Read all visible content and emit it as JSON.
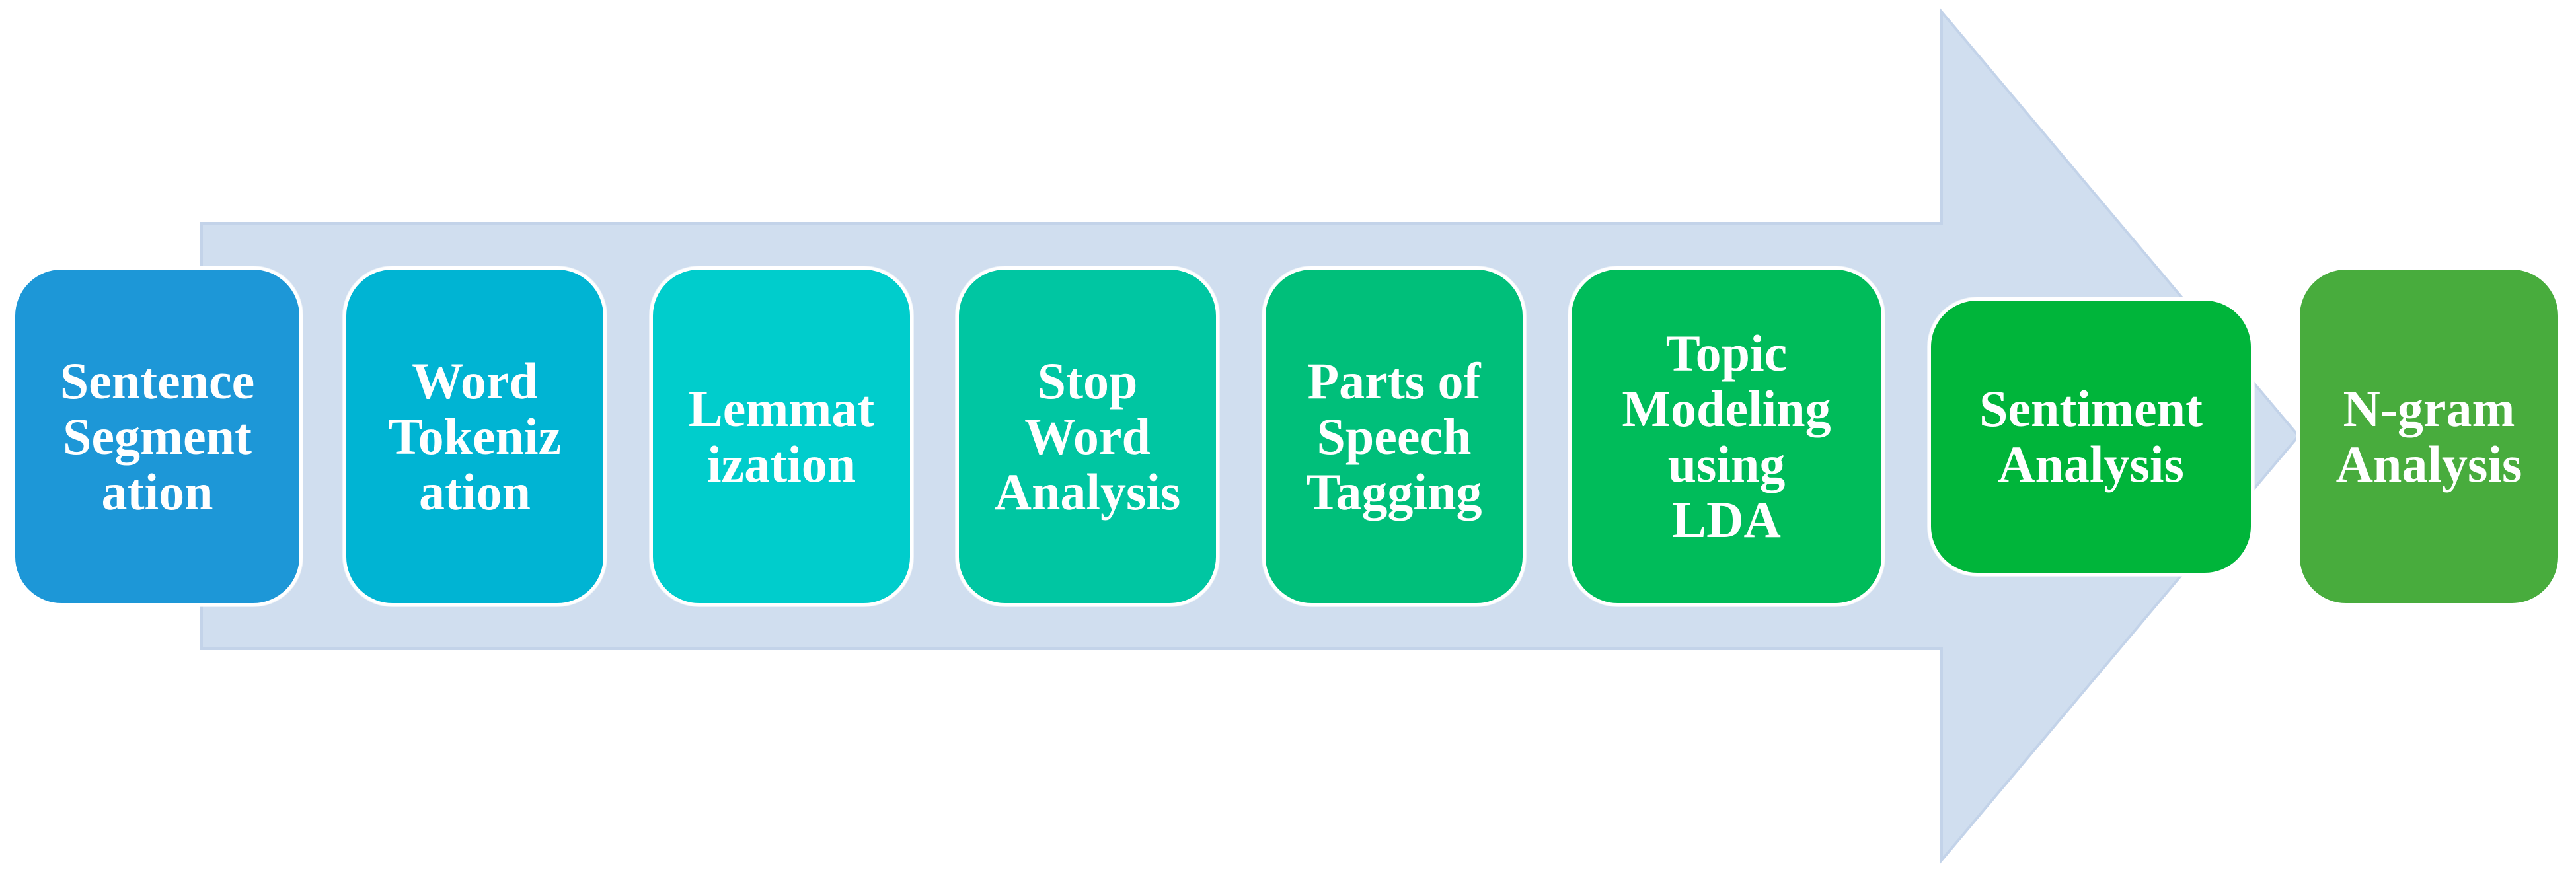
{
  "colors": {
    "arrow_fill": "#d0deef",
    "arrow_stroke": "#c3d3e9",
    "step_text": "#ffffff",
    "step_1": "#1d97d7",
    "step_2": "#00b4d3",
    "step_3": "#00cdcc",
    "step_4": "#00c6a2",
    "step_5": "#00bf7a",
    "step_6": "#00bc5a",
    "step_7": "#00b53a",
    "step_8": "#48ac3d"
  },
  "steps": [
    {
      "label": "Sentence\nSegment\nation"
    },
    {
      "label": "Word\nTokeniz\nation"
    },
    {
      "label": "Lemmat\nization"
    },
    {
      "label": "Stop\nWord\nAnalysis"
    },
    {
      "label": "Parts of\nSpeech\nTagging"
    },
    {
      "label": "Topic\nModeling\nusing\nLDA"
    },
    {
      "label": "Sentiment\nAnalysis"
    },
    {
      "label": "N-gram\nAnalysis"
    }
  ]
}
